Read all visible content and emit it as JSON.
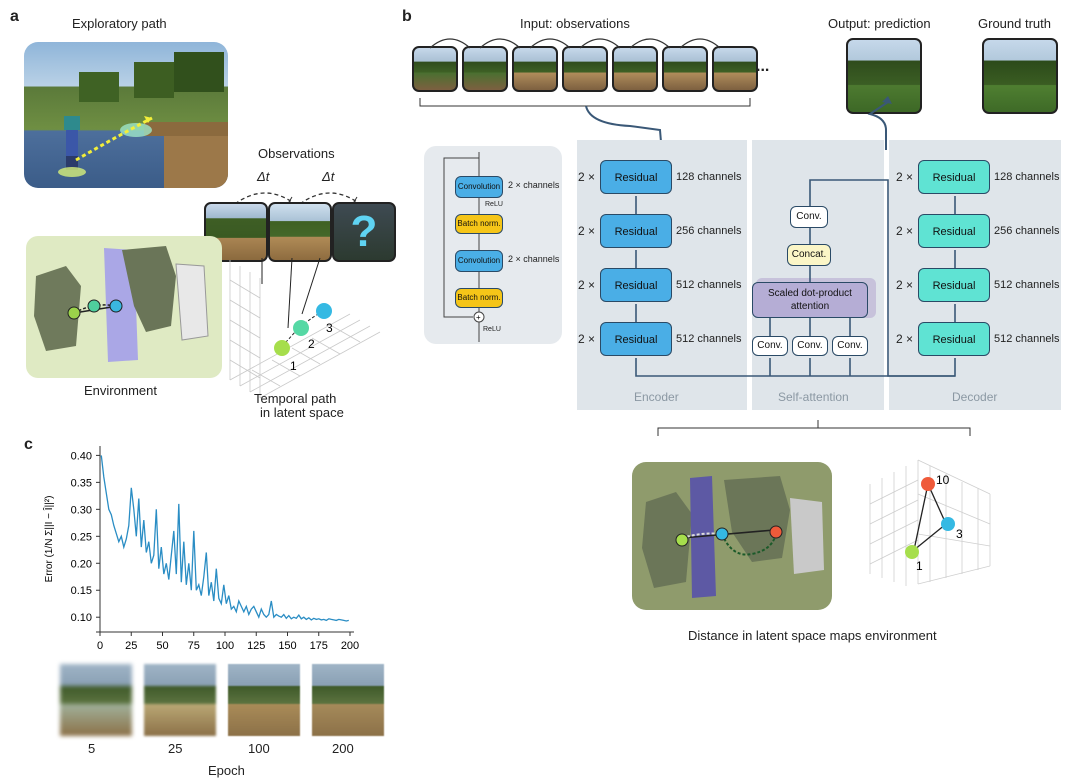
{
  "panel_a": {
    "letter": "a",
    "exploratory_path": "Exploratory path",
    "observations": "Observations",
    "delta_t": "Δt",
    "environment": "Environment",
    "temporal_path_line1": "Temporal path",
    "temporal_path_line2": "in latent space",
    "point_labels": [
      "1",
      "2",
      "3"
    ]
  },
  "panel_b": {
    "letter": "b",
    "input_label": "Input: observations",
    "ellipsis": "...",
    "output_label": "Output: prediction",
    "ground_truth_label": "Ground truth",
    "residual_detail": {
      "convolution": "Convolution",
      "relu": "ReLU",
      "batch_norm": "Batch norm.",
      "x_channels": "× channels",
      "two": "2"
    },
    "encoder": {
      "blocks": [
        {
          "mult": "2 ×",
          "label": "Residual",
          "channels": "128 channels"
        },
        {
          "mult": "2 ×",
          "label": "Residual",
          "channels": "256 channels"
        },
        {
          "mult": "2 ×",
          "label": "Residual",
          "channels": "512 channels"
        },
        {
          "mult": "2 ×",
          "label": "Residual",
          "channels": "512 channels"
        }
      ],
      "section_label": "Encoder"
    },
    "self_attention": {
      "conv": "Conv.",
      "concat": "Concat.",
      "attention_line1": "Scaled dot-product",
      "attention_line2": "attention",
      "section_label": "Self-attention"
    },
    "decoder": {
      "blocks": [
        {
          "mult": "2 ×",
          "label": "Residual",
          "channels": "128 channels"
        },
        {
          "mult": "2 ×",
          "label": "Residual",
          "channels": "256 channels"
        },
        {
          "mult": "2 ×",
          "label": "Residual",
          "channels": "512 channels"
        },
        {
          "mult": "2 ×",
          "label": "Residual",
          "channels": "512 channels"
        }
      ],
      "section_label": "Decoder"
    },
    "latent_points": [
      "10",
      "3",
      "1"
    ],
    "caption": "Distance in latent space maps environment"
  },
  "panel_c": {
    "letter": "c",
    "epoch_thumbs": [
      "5",
      "25",
      "100",
      "200"
    ],
    "epoch_label": "Epoch"
  },
  "chart_data": {
    "type": "line",
    "xlabel": "",
    "ylabel": "Error (1/N Σ||I − Î||²)",
    "xlim": [
      0,
      200
    ],
    "ylim": [
      0.08,
      0.41
    ],
    "xticks": [
      0,
      25,
      50,
      75,
      100,
      125,
      150,
      175,
      200
    ],
    "yticks": [
      0.1,
      0.15,
      0.2,
      0.25,
      0.3,
      0.35,
      0.4
    ],
    "ytick_labels": [
      "0.10",
      "0.15",
      "0.20",
      "0.25",
      "0.30",
      "0.35",
      "0.40"
    ],
    "x": [
      1,
      3,
      5,
      7,
      9,
      11,
      13,
      15,
      17,
      19,
      21,
      23,
      25,
      27,
      29,
      31,
      33,
      35,
      37,
      39,
      41,
      43,
      45,
      47,
      49,
      51,
      53,
      55,
      57,
      59,
      61,
      63,
      65,
      67,
      69,
      71,
      73,
      75,
      77,
      79,
      81,
      83,
      85,
      87,
      89,
      91,
      93,
      95,
      97,
      99,
      101,
      103,
      105,
      107,
      109,
      111,
      113,
      115,
      117,
      119,
      121,
      123,
      125,
      127,
      129,
      131,
      133,
      135,
      137,
      139,
      141,
      143,
      145,
      147,
      149,
      151,
      153,
      155,
      157,
      159,
      161,
      163,
      165,
      167,
      169,
      171,
      173,
      175,
      177,
      179,
      181,
      183,
      185,
      187,
      189,
      191,
      193,
      195,
      197,
      199
    ],
    "y": [
      0.4,
      0.36,
      0.33,
      0.3,
      0.29,
      0.27,
      0.255,
      0.24,
      0.25,
      0.23,
      0.245,
      0.27,
      0.34,
      0.3,
      0.25,
      0.32,
      0.23,
      0.28,
      0.22,
      0.24,
      0.2,
      0.215,
      0.3,
      0.19,
      0.23,
      0.18,
      0.2,
      0.17,
      0.215,
      0.26,
      0.18,
      0.31,
      0.165,
      0.24,
      0.16,
      0.2,
      0.15,
      0.26,
      0.15,
      0.16,
      0.14,
      0.175,
      0.22,
      0.14,
      0.165,
      0.13,
      0.19,
      0.135,
      0.125,
      0.16,
      0.125,
      0.14,
      0.115,
      0.12,
      0.11,
      0.13,
      0.12,
      0.11,
      0.12,
      0.105,
      0.115,
      0.12,
      0.11,
      0.1,
      0.115,
      0.105,
      0.1,
      0.105,
      0.13,
      0.1,
      0.105,
      0.102,
      0.1,
      0.105,
      0.098,
      0.103,
      0.097,
      0.1,
      0.098,
      0.104,
      0.097,
      0.1,
      0.096,
      0.099,
      0.095,
      0.098,
      0.096,
      0.097,
      0.095,
      0.096,
      0.094,
      0.097,
      0.096,
      0.095,
      0.094,
      0.096,
      0.095,
      0.094,
      0.093,
      0.094
    ],
    "color": "#2a8dc4",
    "grid": false
  }
}
